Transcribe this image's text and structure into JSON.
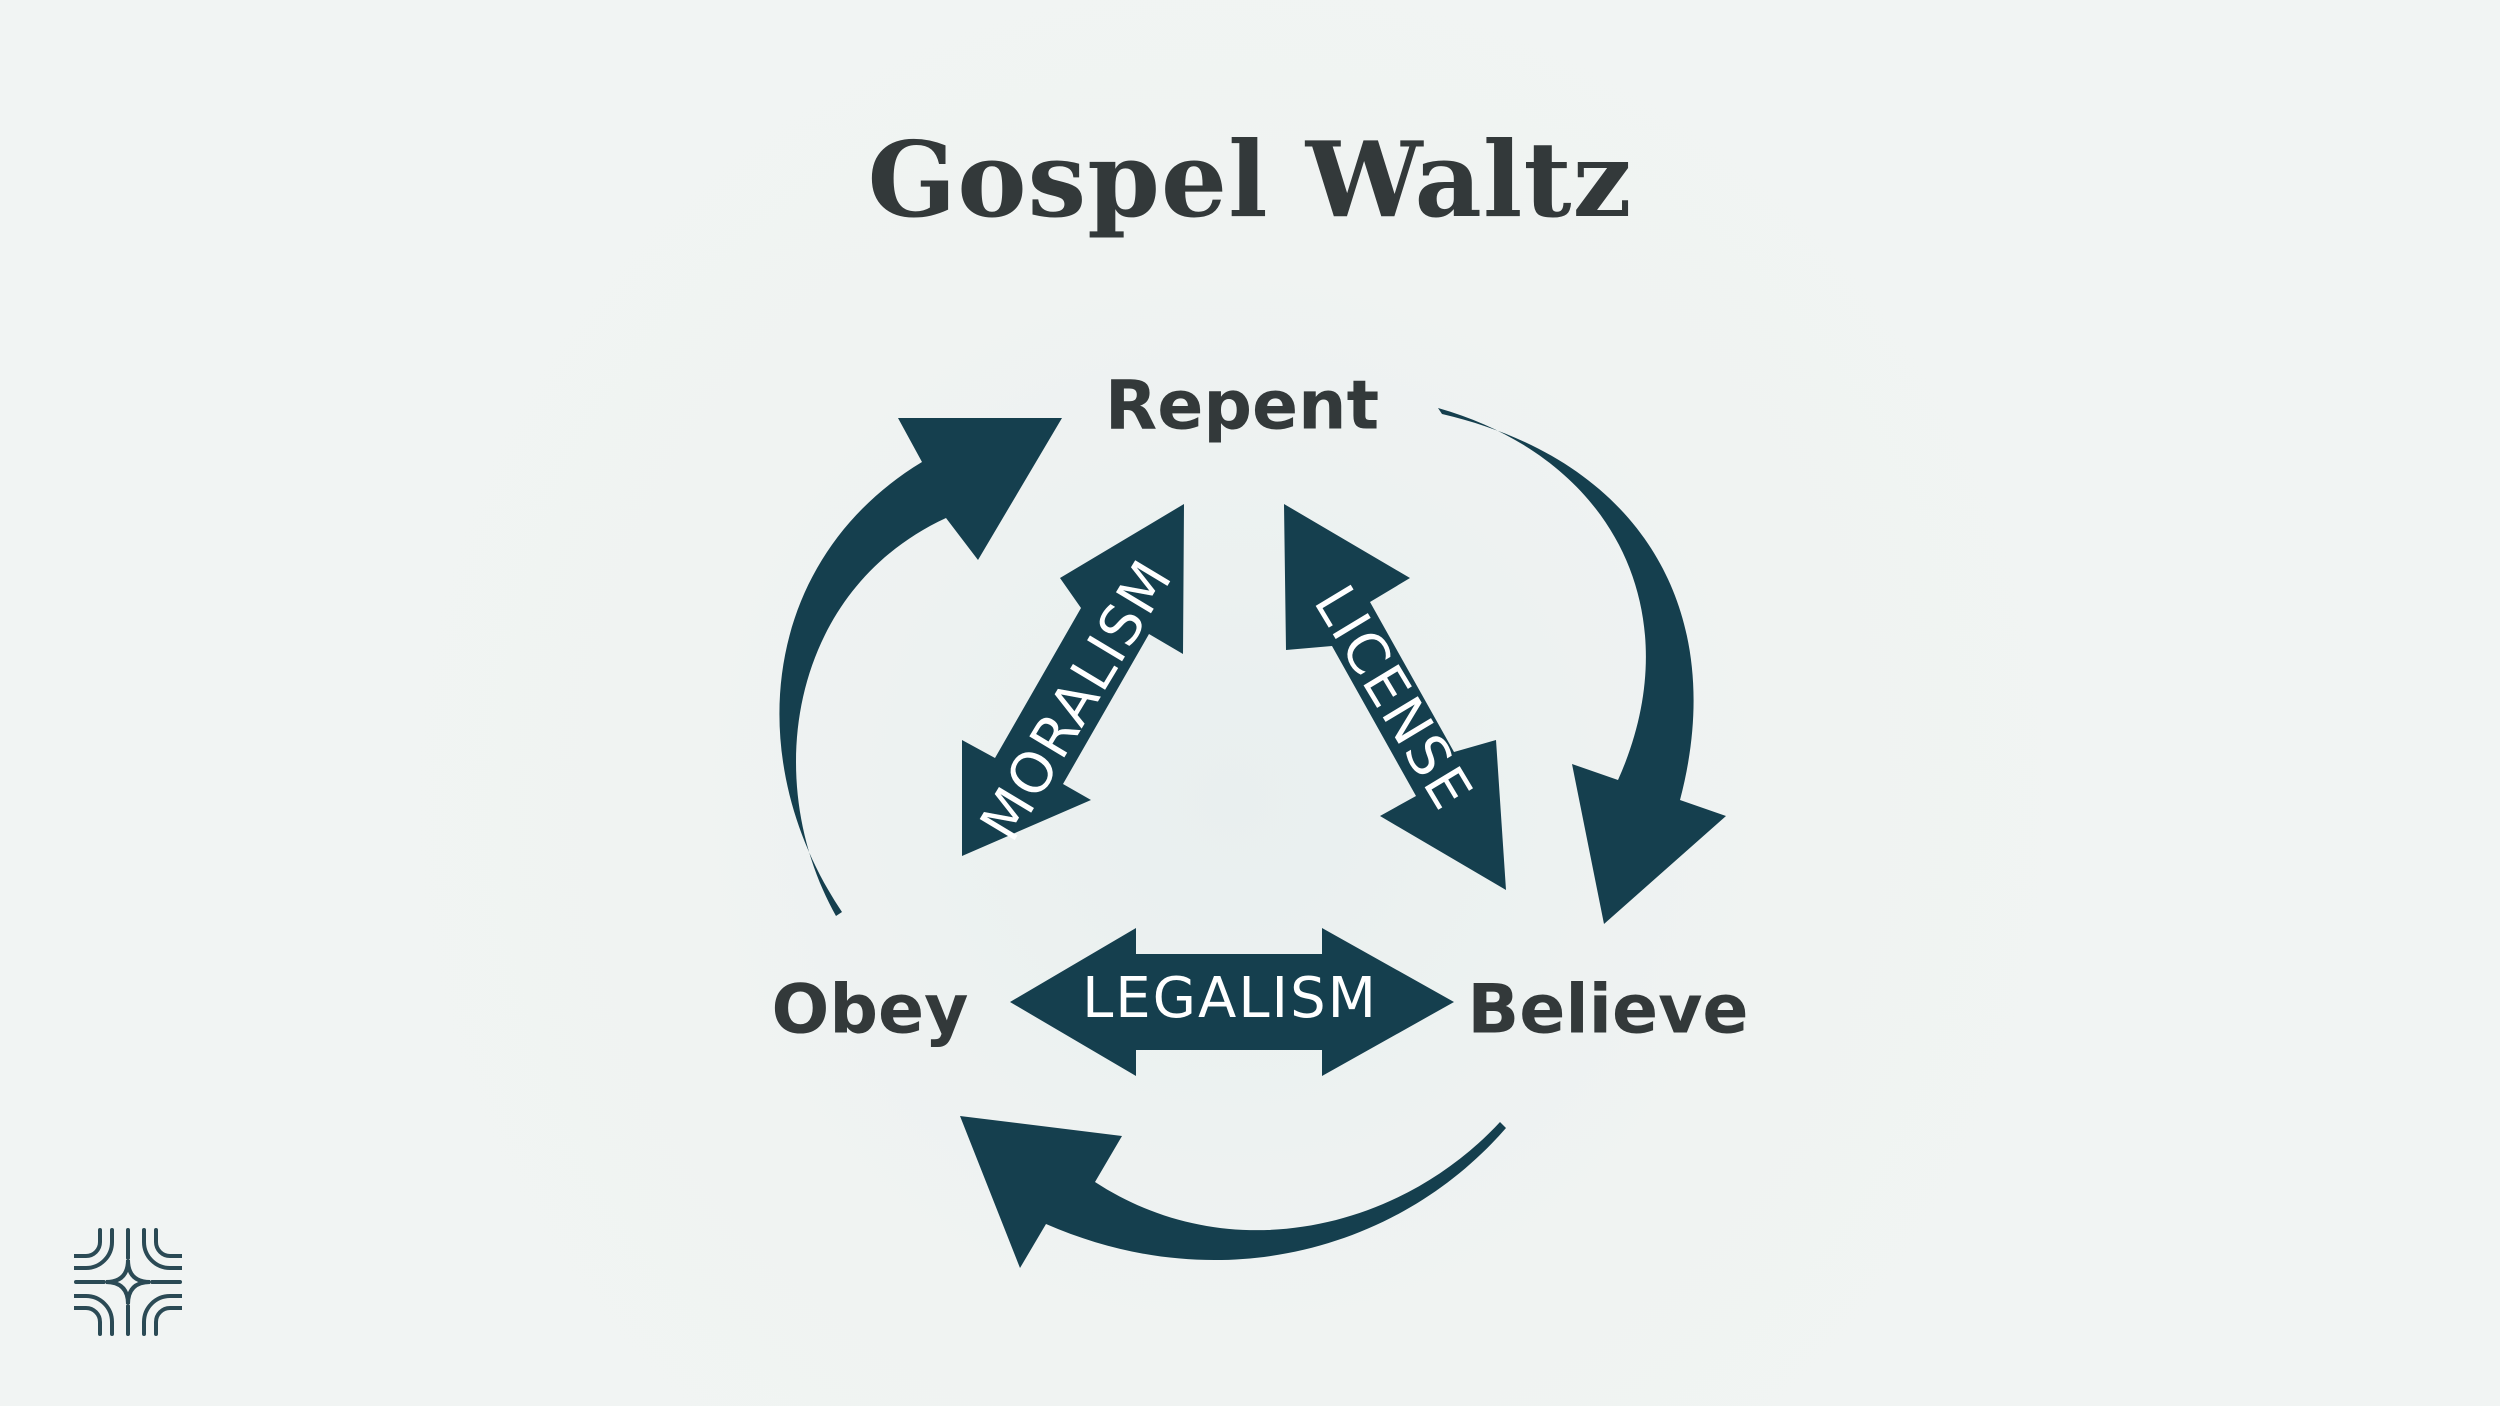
{
  "title": "Gospel Waltz",
  "cycle_nodes": {
    "repent": "Repent",
    "believe": "Believe",
    "obey": "Obey"
  },
  "tension_labels": {
    "moralism": "MORALISM",
    "license": "LICENSE",
    "legalism": "LEGALISM"
  },
  "colors": {
    "background": "#eef2f1",
    "arrow": "#153f4e",
    "text": "#33393a",
    "label_text": "#ffffff"
  },
  "icons": [
    "logo-icon"
  ]
}
